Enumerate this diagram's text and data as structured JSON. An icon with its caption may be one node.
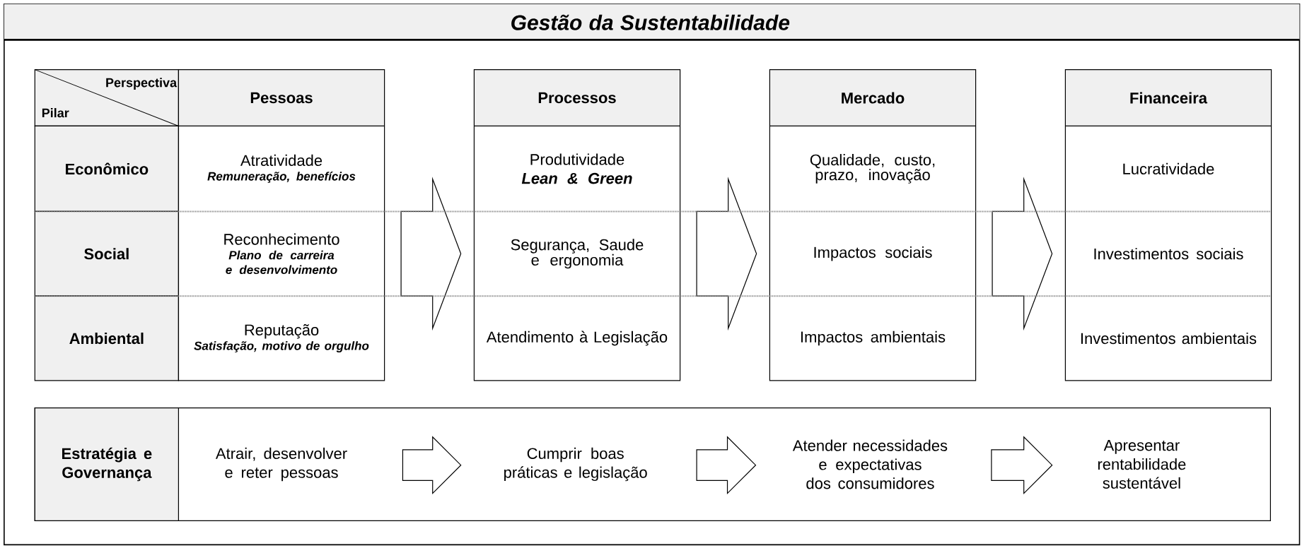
{
  "diagram": {
    "title": "Gestão da Sustentabilidade",
    "nodes": [
      {
        "text": [
          "Perspectiva",
          "Pilar"
        ]
      },
      {
        "text": [
          "Econômico"
        ]
      },
      {
        "text": [
          "Social"
        ]
      },
      {
        "text": [
          "Ambiental"
        ]
      },
      {
        "text": [
          "Pessoas"
        ]
      },
      {
        "text": [
          "Atratividade",
          "Remuneração, benefícios"
        ],
        "in": 4
      },
      {
        "text": [
          "Reconhecimento",
          "Plano de carreira e desenvolvimento"
        ],
        "in": 4
      },
      {
        "text": [
          "Reputação",
          "Satisfação, motivo de orgulho"
        ],
        "in": 4
      },
      {
        "text": [
          "Processos"
        ]
      },
      {
        "text": [
          "Produtividade",
          "Lean & Green"
        ],
        "in": 8
      },
      {
        "text": [
          "Segurança, Saude e ergonomia"
        ],
        "in": 8
      },
      {
        "text": [
          "Atendimento à Legislação"
        ],
        "in": 8
      },
      {
        "text": [
          "Mercado"
        ]
      },
      {
        "text": [
          "Qualidade, custo, prazo, inovação"
        ],
        "in": 12
      },
      {
        "text": [
          "Impactos sociais"
        ],
        "in": 12
      },
      {
        "text": [
          "Impactos ambientais"
        ],
        "in": 12
      },
      {
        "text": [
          "Financeira"
        ]
      },
      {
        "text": [
          "Lucratividade"
        ],
        "in": 16
      },
      {
        "text": [
          "Investimentos sociais"
        ],
        "in": 16
      },
      {
        "text": [
          "Investimentos ambientais"
        ],
        "in": 16
      },
      {
        "text": [],
        "shape": "box"
      },
      {
        "text": [
          "Estratégia e Governança"
        ],
        "in": 20
      },
      {
        "text": [
          "Atrair, desenvolver e reter pessoas"
        ],
        "in": 20
      },
      {
        "text": [
          "Cumprir boas práticas e legislação"
        ],
        "in": 20
      },
      {
        "text": [
          "Atender necessidades e expectativas dos consumidores"
        ],
        "in": 20
      },
      {
        "text": [
          "Apresentar rentabilidade sustentável"
        ],
        "in": 20
      }
    ],
    "edges": [
      {
        "from": 4,
        "to": 8,
        "arrow": "to"
      },
      {
        "from": 8,
        "to": 12,
        "arrow": "to"
      },
      {
        "from": 12,
        "to": 16,
        "arrow": "to"
      },
      {
        "from": 22,
        "to": 23,
        "arrow": "to"
      },
      {
        "from": 23,
        "to": 24,
        "arrow": "to"
      },
      {
        "from": 24,
        "to": 25,
        "arrow": "to"
      }
    ]
  }
}
